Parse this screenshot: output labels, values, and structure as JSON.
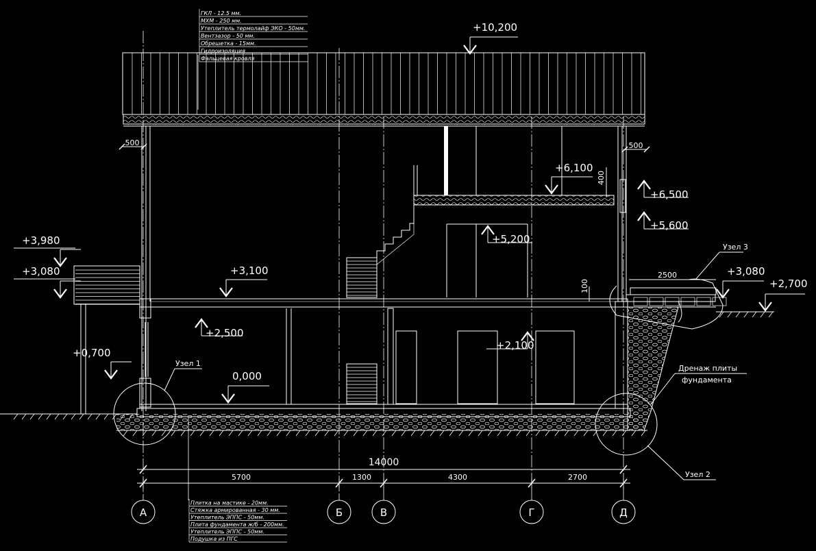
{
  "legend_top": [
    "ГКЛ - 12.5 мм.",
    "МХМ - 250 мм.",
    "Утеплитель термолайф ЭКО - 50мм.",
    "Вентзазор - 50 мм.",
    "Обрешетка - 15мм.",
    "Гидроизоляция",
    "Фальцевая кровля"
  ],
  "legend_bottom": [
    "Плитка на мастике - 20мм.",
    "Стяжка армированная - 30 мм.",
    "Утеплитель ЭППС - 50мм.",
    "Плита фундамента ж/б - 200мм.",
    "Утеплитель ЭППС - 50мм.",
    "Подушка из ПГС"
  ],
  "elevations": {
    "roof_ridge": "+10,200",
    "mezz_floor": "+6,100",
    "mezz_top": "+6,500",
    "mezz_low": "+5,600",
    "stair_landing": "+5,200",
    "porch_top": "+3,980",
    "porch_floor": "+3,080",
    "second_floor": "+3,100",
    "terrace": "+3,080",
    "ground_right": "+2,700",
    "ceiling_first": "+2,500",
    "door_top": "+2,100",
    "ground_left": "+0,700",
    "zero": "0,000"
  },
  "dims": {
    "total": "14000",
    "segments": [
      "5700",
      "1300",
      "4300",
      "2700"
    ],
    "eave_left": "500",
    "eave_right": "500",
    "mezz_thk": "400",
    "slab_100": "100",
    "terrace_w": "2500"
  },
  "axes": [
    "А",
    "Б",
    "В",
    "Г",
    "Д"
  ],
  "nodes": {
    "node1": "Узел 1",
    "node2": "Узел 2",
    "node3": "Узел 3"
  },
  "drainage": [
    "Дренаж плиты",
    "фундамента"
  ]
}
